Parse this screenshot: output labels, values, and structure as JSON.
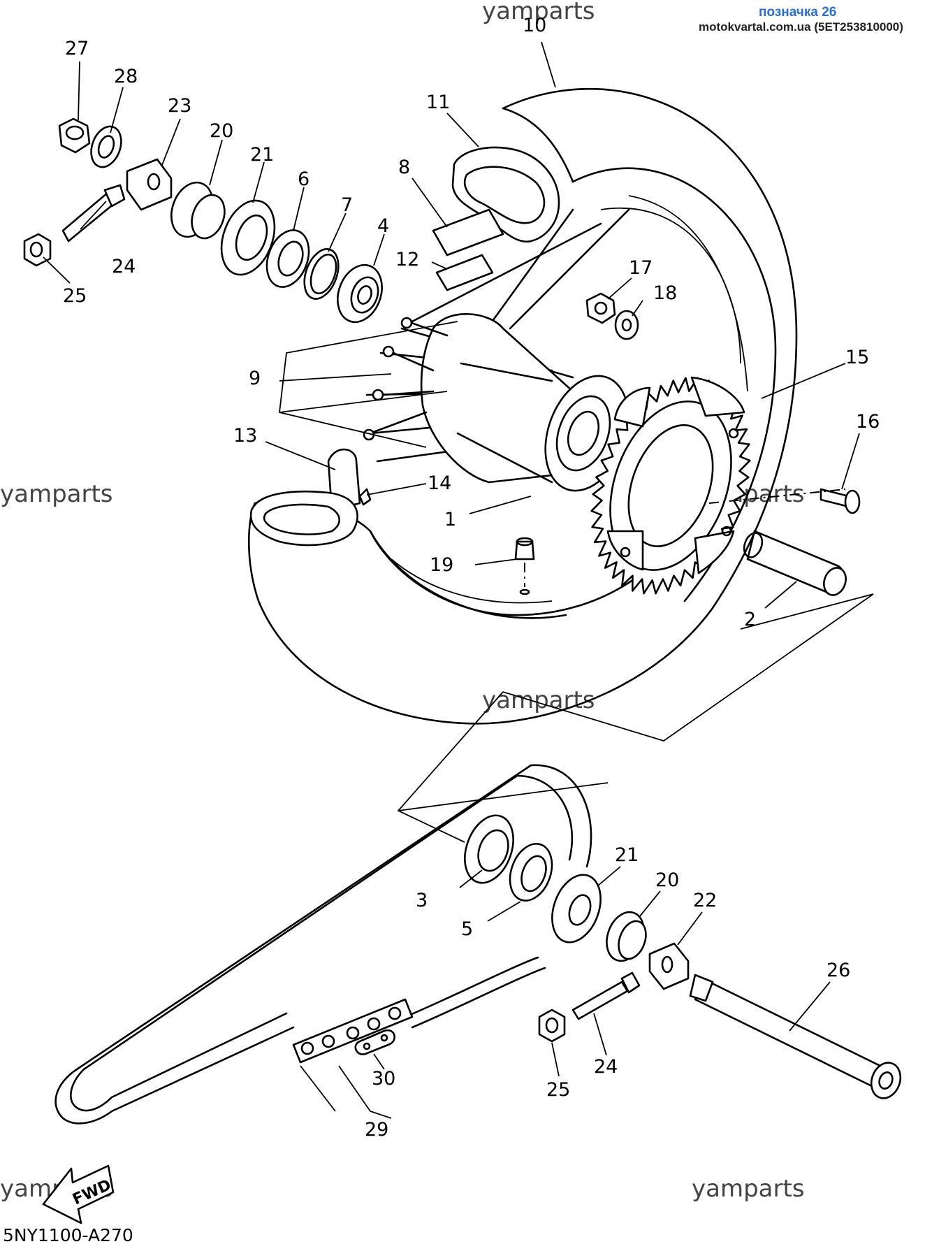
{
  "header": {
    "label": "позначка 26",
    "source": "motokvartal.com.ua (5ET253810000)"
  },
  "watermark": "yamparts",
  "diagram_code": "5NY1100-A270",
  "direction_label": "FWD",
  "callouts": {
    "c1": "1",
    "c2": "2",
    "c3": "3",
    "c4": "4",
    "c5": "5",
    "c6": "6",
    "c7": "7",
    "c8": "8",
    "c9": "9",
    "c10": "10",
    "c11": "11",
    "c12": "12",
    "c13": "13",
    "c14": "14",
    "c15": "15",
    "c16": "16",
    "c17": "17",
    "c18": "18",
    "c19": "19",
    "c20a": "20",
    "c20b": "20",
    "c21a": "21",
    "c21b": "21",
    "c22": "22",
    "c23": "23",
    "c24a": "24",
    "c24b": "24",
    "c25a": "25",
    "c25b": "25",
    "c26": "26",
    "c27": "27",
    "c28": "28",
    "c29": "29",
    "c30": "30"
  }
}
